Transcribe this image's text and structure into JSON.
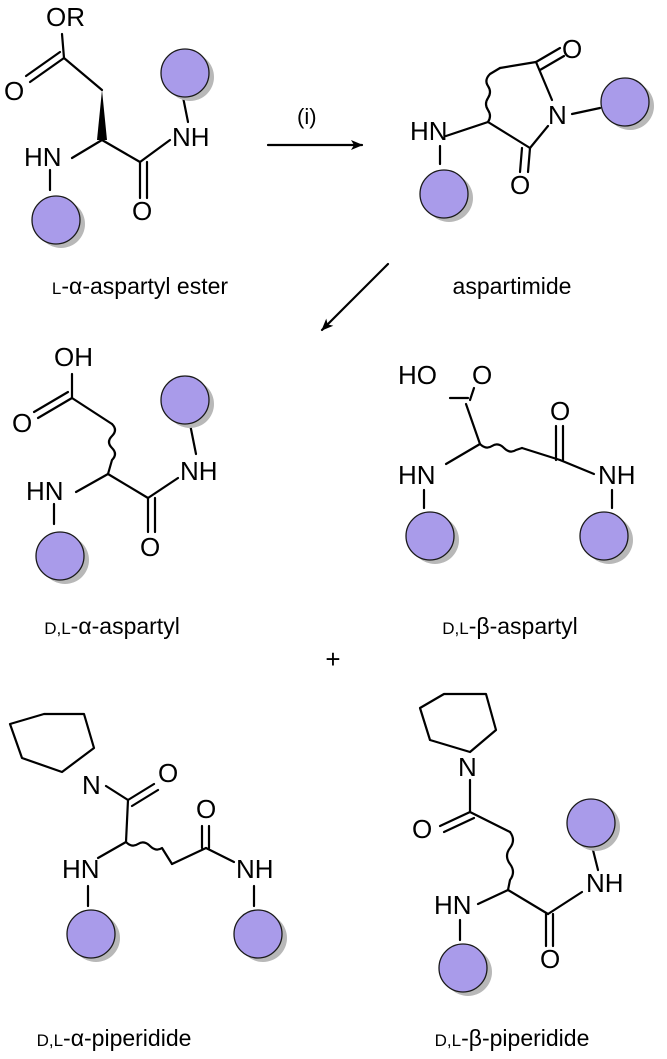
{
  "compounds": [
    {
      "id": "l-alpha-aspartyl-ester",
      "prefix": "L",
      "suffix": "-α-aspartyl ester"
    },
    {
      "id": "aspartimide",
      "prefix": "",
      "suffix": "aspartimide"
    },
    {
      "id": "dl-alpha-aspartyl",
      "prefix": "D,L",
      "suffix": "-α-aspartyl"
    },
    {
      "id": "dl-beta-aspartyl",
      "prefix": "D,L",
      "suffix": "-β-aspartyl"
    },
    {
      "id": "dl-alpha-piperidide",
      "prefix": "D,L",
      "suffix": "-α-piperidide"
    },
    {
      "id": "dl-beta-piperidide",
      "prefix": "D,L",
      "suffix": "-β-piperidide"
    }
  ],
  "reaction_condition": "(i)",
  "plus_sign": "+",
  "atoms": {
    "OR": "OR",
    "O": "O",
    "OH": "OH",
    "HO": "HO",
    "N": "N",
    "NH": "NH",
    "HN": "HN"
  },
  "colors": {
    "resin_bead": "#a99bea",
    "bead_shadow": "#b8b8b8",
    "bond": "#000000"
  }
}
